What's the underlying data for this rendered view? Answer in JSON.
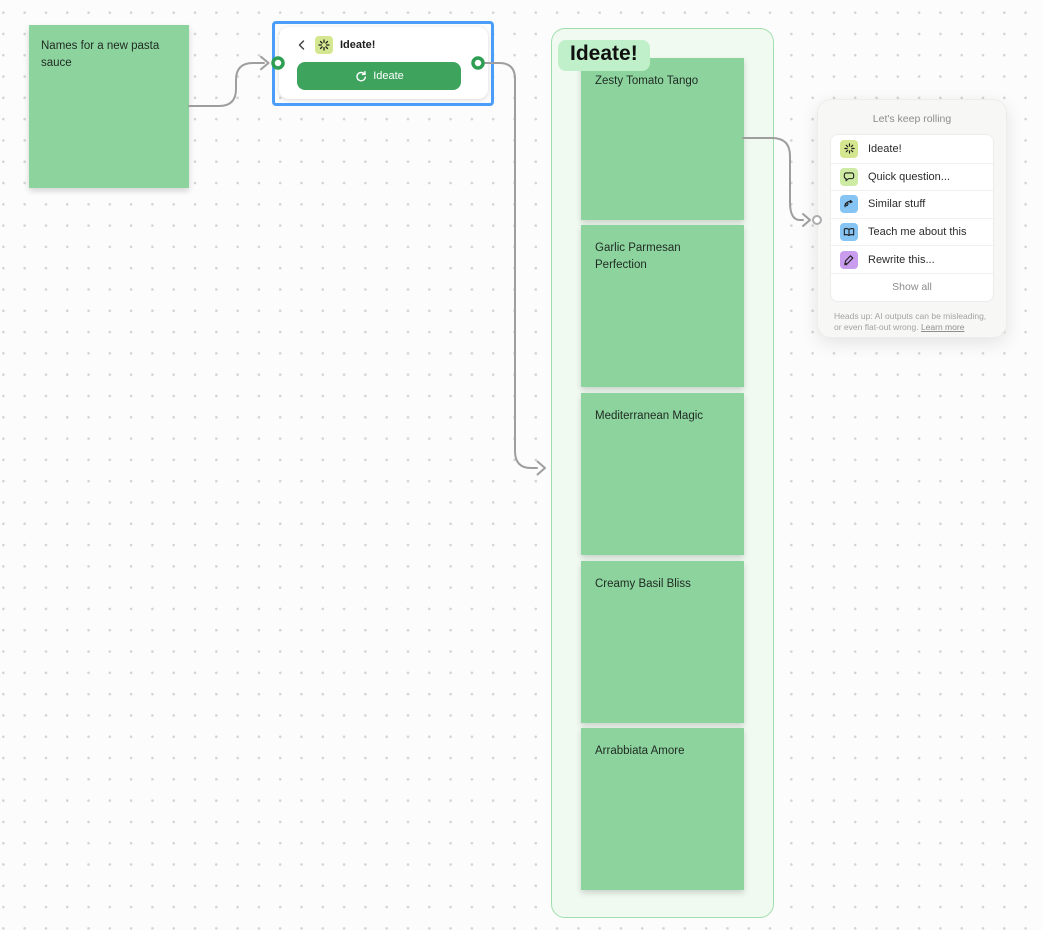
{
  "prompt_sticky": {
    "text": "Names for a new pasta sauce"
  },
  "widget": {
    "title": "Ideate!",
    "button_label": "Ideate",
    "icons": [
      "back-chevron-icon",
      "jambot-spark-icon",
      "refresh-icon"
    ]
  },
  "frame": {
    "title": "Ideate!",
    "stickies": [
      "Zesty Tomato Tango",
      "Garlic Parmesan Perfection",
      "Mediterranean Magic",
      "Creamy Basil Bliss",
      "Arrabbiata Amore"
    ]
  },
  "panel": {
    "title": "Let's keep rolling",
    "items": [
      {
        "label": "Ideate!",
        "icon": "spark-icon",
        "icon_bg": "#D4E68F"
      },
      {
        "label": "Quick question...",
        "icon": "speech-bubble-icon",
        "icon_bg": "#CDEBA3"
      },
      {
        "label": "Similar stuff",
        "icon": "scribble-arrow-icon",
        "icon_bg": "#85C4F3"
      },
      {
        "label": "Teach me about this",
        "icon": "open-book-icon",
        "icon_bg": "#85C4F3"
      },
      {
        "label": "Rewrite this...",
        "icon": "pencil-scribble-icon",
        "icon_bg": "#C99CEE"
      }
    ],
    "show_all_label": "Show all",
    "disclaimer_line1": "Heads up: AI outputs can be misleading,",
    "disclaimer_line2": "or even flat-out wrong.",
    "learn_more_label": "Learn more"
  },
  "colors": {
    "sticky_green": "#8DD39E",
    "frame_fill": "#F0FAF1",
    "frame_border": "#A0DFAD",
    "frame_title_pill": "#BFF0C9",
    "selection_blue": "#4A9DF8",
    "button_green": "#3EA35D",
    "connector_gray": "#9E9E9E",
    "anchor_dot_green": "#2E9E52",
    "panel_bg": "#F7F7F6"
  }
}
